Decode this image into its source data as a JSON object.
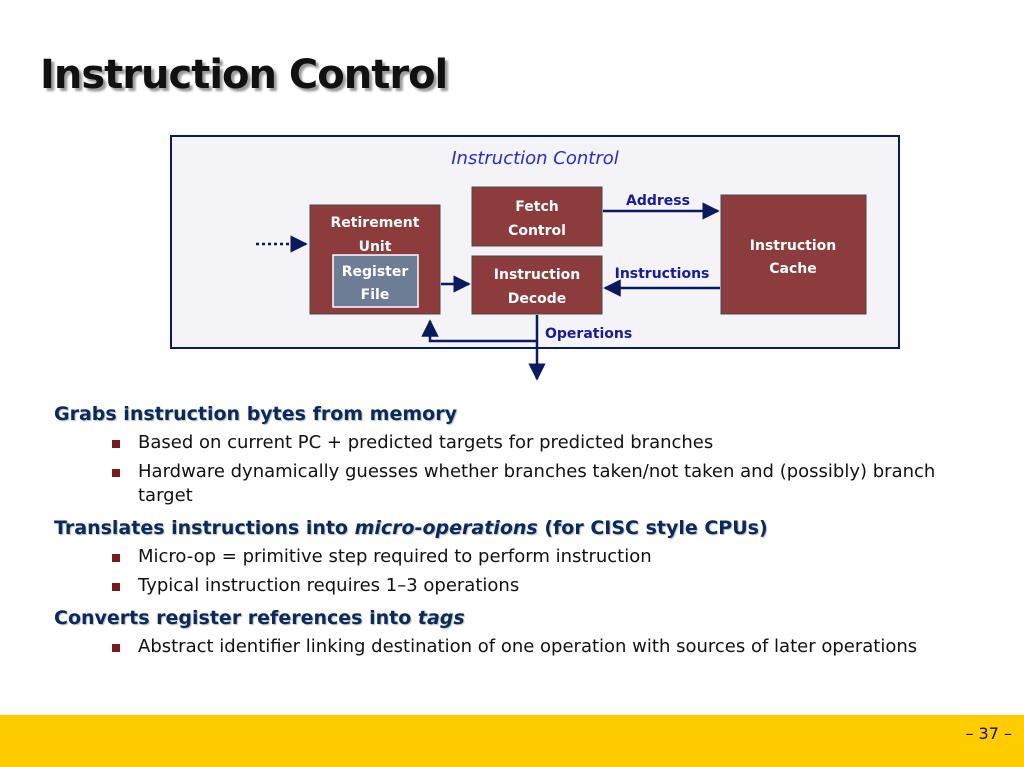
{
  "slide": {
    "title": "Instruction Control",
    "page_number": "– 37 –"
  },
  "diagram": {
    "frame_title": "Instruction Control",
    "retirement_unit": [
      "Retirement",
      "Unit"
    ],
    "register_file": [
      "Register",
      "File"
    ],
    "fetch_control": [
      "Fetch",
      "Control"
    ],
    "instruction_decode": [
      "Instruction",
      "Decode"
    ],
    "instruction_cache": [
      "Instruction",
      "Cache"
    ],
    "address_label": "Address",
    "instructions_label": "Instructions",
    "operations_label": "Operations",
    "colors": {
      "box_fill": "#8c3c3c",
      "register_fill": "#6e7d96",
      "frame_bg": "#f3f3f8",
      "frame_border": "#0a1a5e",
      "arrow": "#0a1a5e"
    }
  },
  "sections": [
    {
      "heading_parts": [
        {
          "text": "Grabs instruction bytes from memory",
          "italic": false
        }
      ],
      "bullets": [
        "Based on current PC + predicted targets for predicted branches",
        "Hardware dynamically guesses whether branches taken/not taken and (possibly) branch target"
      ]
    },
    {
      "heading_parts": [
        {
          "text": "Translates instructions into ",
          "italic": false
        },
        {
          "text": "micro-operations",
          "italic": true
        },
        {
          "text": " (for CISC style CPUs)",
          "italic": false
        }
      ],
      "bullets": [
        "Micro-op = primitive step required to perform instruction",
        "Typical instruction requires 1–3 operations"
      ]
    },
    {
      "heading_parts": [
        {
          "text": "Converts register references into ",
          "italic": false
        },
        {
          "text": "tags",
          "italic": true
        }
      ],
      "bullets": [
        "Abstract identifier linking destination of one operation with sources of later operations"
      ]
    }
  ]
}
